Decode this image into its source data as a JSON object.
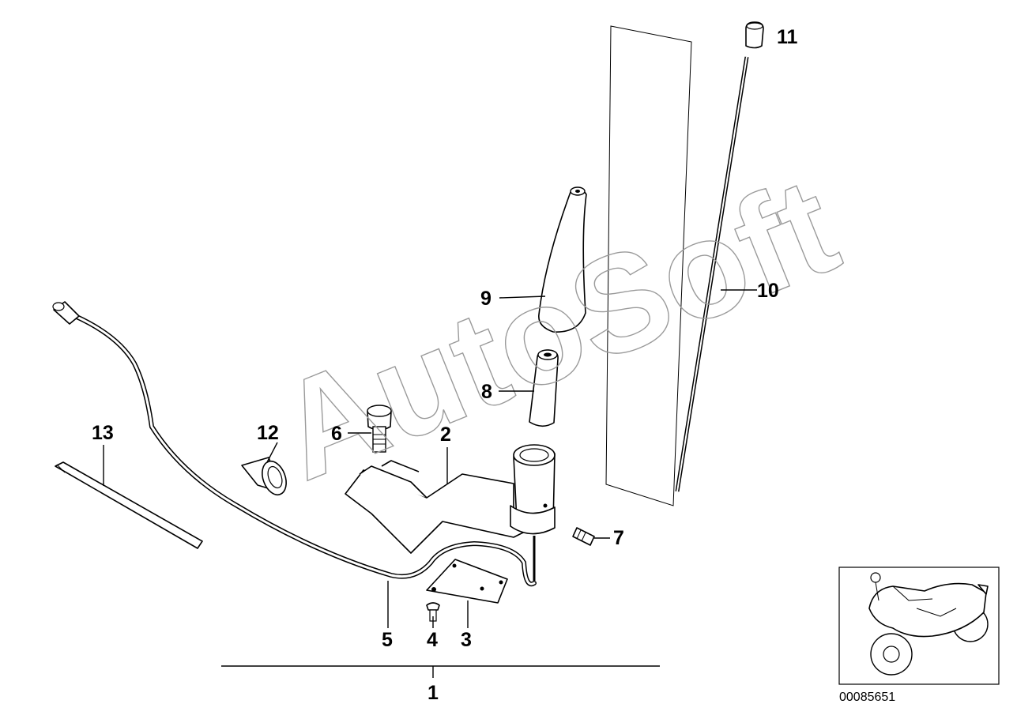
{
  "watermark": "AutoSoft",
  "part_number": "00085651",
  "callouts": {
    "c1": "1",
    "c2": "2",
    "c3": "3",
    "c4": "4",
    "c5": "5",
    "c6": "6",
    "c7": "7",
    "c8": "8",
    "c9": "9",
    "c10": "10",
    "c11": "11",
    "c12": "12",
    "c13": "13"
  }
}
